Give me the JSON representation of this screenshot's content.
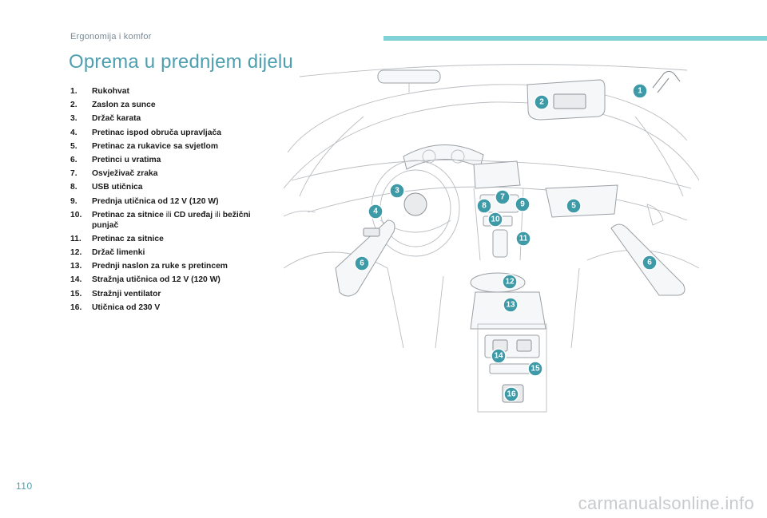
{
  "header": {
    "section_label": "Ergonomija i komfor",
    "accent_color": "#7fd3d6"
  },
  "page": {
    "title": "Oprema u prednjem dijelu",
    "title_color": "#4d9fb0",
    "number": "110"
  },
  "legend": {
    "items": [
      {
        "num": "1.",
        "parts": [
          {
            "text": "Rukohvat",
            "bold": true
          }
        ]
      },
      {
        "num": "2.",
        "parts": [
          {
            "text": "Zaslon za sunce",
            "bold": true
          }
        ]
      },
      {
        "num": "3.",
        "parts": [
          {
            "text": "Držač karata",
            "bold": true
          }
        ]
      },
      {
        "num": "4.",
        "parts": [
          {
            "text": "Pretinac ispod obruča upravljača",
            "bold": true
          }
        ]
      },
      {
        "num": "5.",
        "parts": [
          {
            "text": "Pretinac za rukavice sa svjetlom",
            "bold": true
          }
        ]
      },
      {
        "num": "6.",
        "parts": [
          {
            "text": "Pretinci u vratima",
            "bold": true
          }
        ]
      },
      {
        "num": "7.",
        "parts": [
          {
            "text": "Osvježivač zraka",
            "bold": true
          }
        ]
      },
      {
        "num": "8.",
        "parts": [
          {
            "text": "USB utičnica",
            "bold": true
          }
        ]
      },
      {
        "num": "9.",
        "parts": [
          {
            "text": "Prednja utičnica od 12 V (120 W)",
            "bold": true
          }
        ]
      },
      {
        "num": "10.",
        "parts": [
          {
            "text": "Pretinac za sitnice",
            "bold": true
          },
          {
            "text": " ili ",
            "bold": false
          },
          {
            "text": "CD uređaj",
            "bold": true
          },
          {
            "text": " ili ",
            "bold": false
          },
          {
            "text": "bežični punjač",
            "bold": true
          }
        ]
      },
      {
        "num": "11.",
        "parts": [
          {
            "text": "Pretinac za sitnice",
            "bold": true
          }
        ]
      },
      {
        "num": "12.",
        "parts": [
          {
            "text": "Držač limenki",
            "bold": true
          }
        ]
      },
      {
        "num": "13.",
        "parts": [
          {
            "text": "Prednji naslon za ruke s pretincem",
            "bold": true
          }
        ]
      },
      {
        "num": "14.",
        "parts": [
          {
            "text": "Stražnja utičnica od 12 V (120 W)",
            "bold": true
          }
        ]
      },
      {
        "num": "15.",
        "parts": [
          {
            "text": "Stražnji ventilator",
            "bold": true
          }
        ]
      },
      {
        "num": "16.",
        "parts": [
          {
            "text": "Utičnica od 230 V",
            "bold": true
          }
        ]
      }
    ]
  },
  "callouts": {
    "color": "#3f9aa8",
    "labels": [
      "1",
      "2",
      "3",
      "4",
      "5",
      "6",
      "6",
      "7",
      "8",
      "9",
      "10",
      "11",
      "12",
      "13",
      "14",
      "15",
      "16"
    ]
  },
  "watermark": "carmanualsonline.info"
}
